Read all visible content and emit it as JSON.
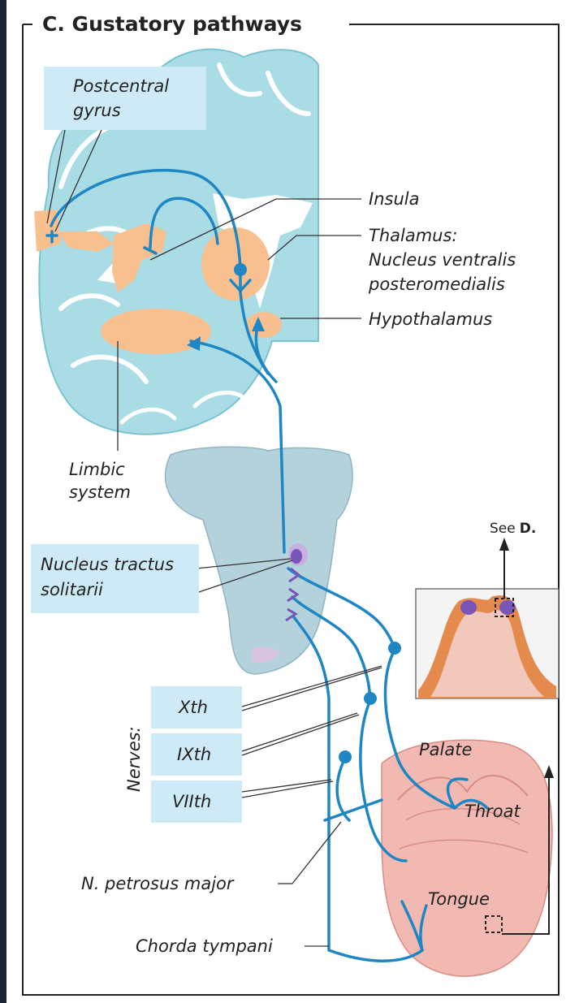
{
  "title": "C. Gustatory pathways",
  "labels": {
    "postcentral_1": "Postcentral",
    "postcentral_2": "gyrus",
    "insula": "Insula",
    "thalamus_1": "Thalamus:",
    "thalamus_2": "Nucleus ventralis",
    "thalamus_3": "posteromedialis",
    "hypothalamus": "Hypothalamus",
    "limbic_1": "Limbic",
    "limbic_2": "system",
    "nts_1": "Nucleus tractus",
    "nts_2": "solitarii",
    "nerves": "Nerves:",
    "xth": "Xth",
    "ixth": "IXth",
    "viith": "VIIth",
    "palate": "Palate",
    "throat": "Throat",
    "tongue": "Tongue",
    "petrosus": "N. petrosus major",
    "chorda": "Chorda tympani",
    "see_prefix": "See",
    "see_ref": "D."
  },
  "colors": {
    "pathway": "#1f86c4",
    "brain": "#a9dce5",
    "brainstem": "#b4d2dc",
    "nucleus_area": "#f9c08f",
    "label_box": "#cfeaf7",
    "tongue": "#f2b9b2",
    "inset_tissue": "#e58a4d"
  }
}
